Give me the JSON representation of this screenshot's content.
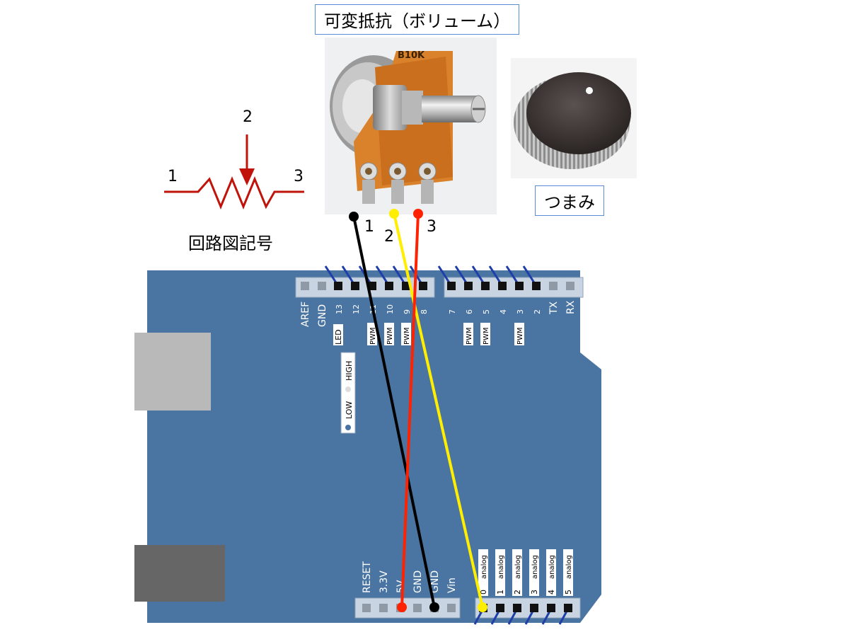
{
  "titles": {
    "component": "可変抵抗（ボリューム）",
    "knob": "つまみ",
    "schematic": "回路図記号"
  },
  "schematic_pins": [
    "1",
    "2",
    "3"
  ],
  "pot_pins": [
    "1",
    "2",
    "3"
  ],
  "pot_marking": "B10K",
  "digital_top_labels": [
    "AREF",
    "GND",
    "13",
    "12",
    "11",
    "10",
    "9",
    "8",
    "7",
    "6",
    "5",
    "4",
    "3",
    "2",
    "TX",
    "RX"
  ],
  "digital_sub_labels": {
    "led": "LED",
    "pwm": "PWM"
  },
  "led_switch": {
    "high": "HIGH",
    "low": "LOW"
  },
  "power_labels": [
    "RESET",
    "3.3V",
    "5V",
    "GND",
    "GND",
    "Vin"
  ],
  "analog_labels": {
    "word": "analog",
    "numbers": [
      "0",
      "1",
      "2",
      "3",
      "4",
      "5"
    ]
  },
  "colors": {
    "board": "#4a74a1",
    "wire_black": "#000000",
    "wire_yellow": "#ffee00",
    "wire_red": "#ff2200",
    "schematic_red": "#c0140a",
    "callout_border": "#5b8dd6"
  }
}
